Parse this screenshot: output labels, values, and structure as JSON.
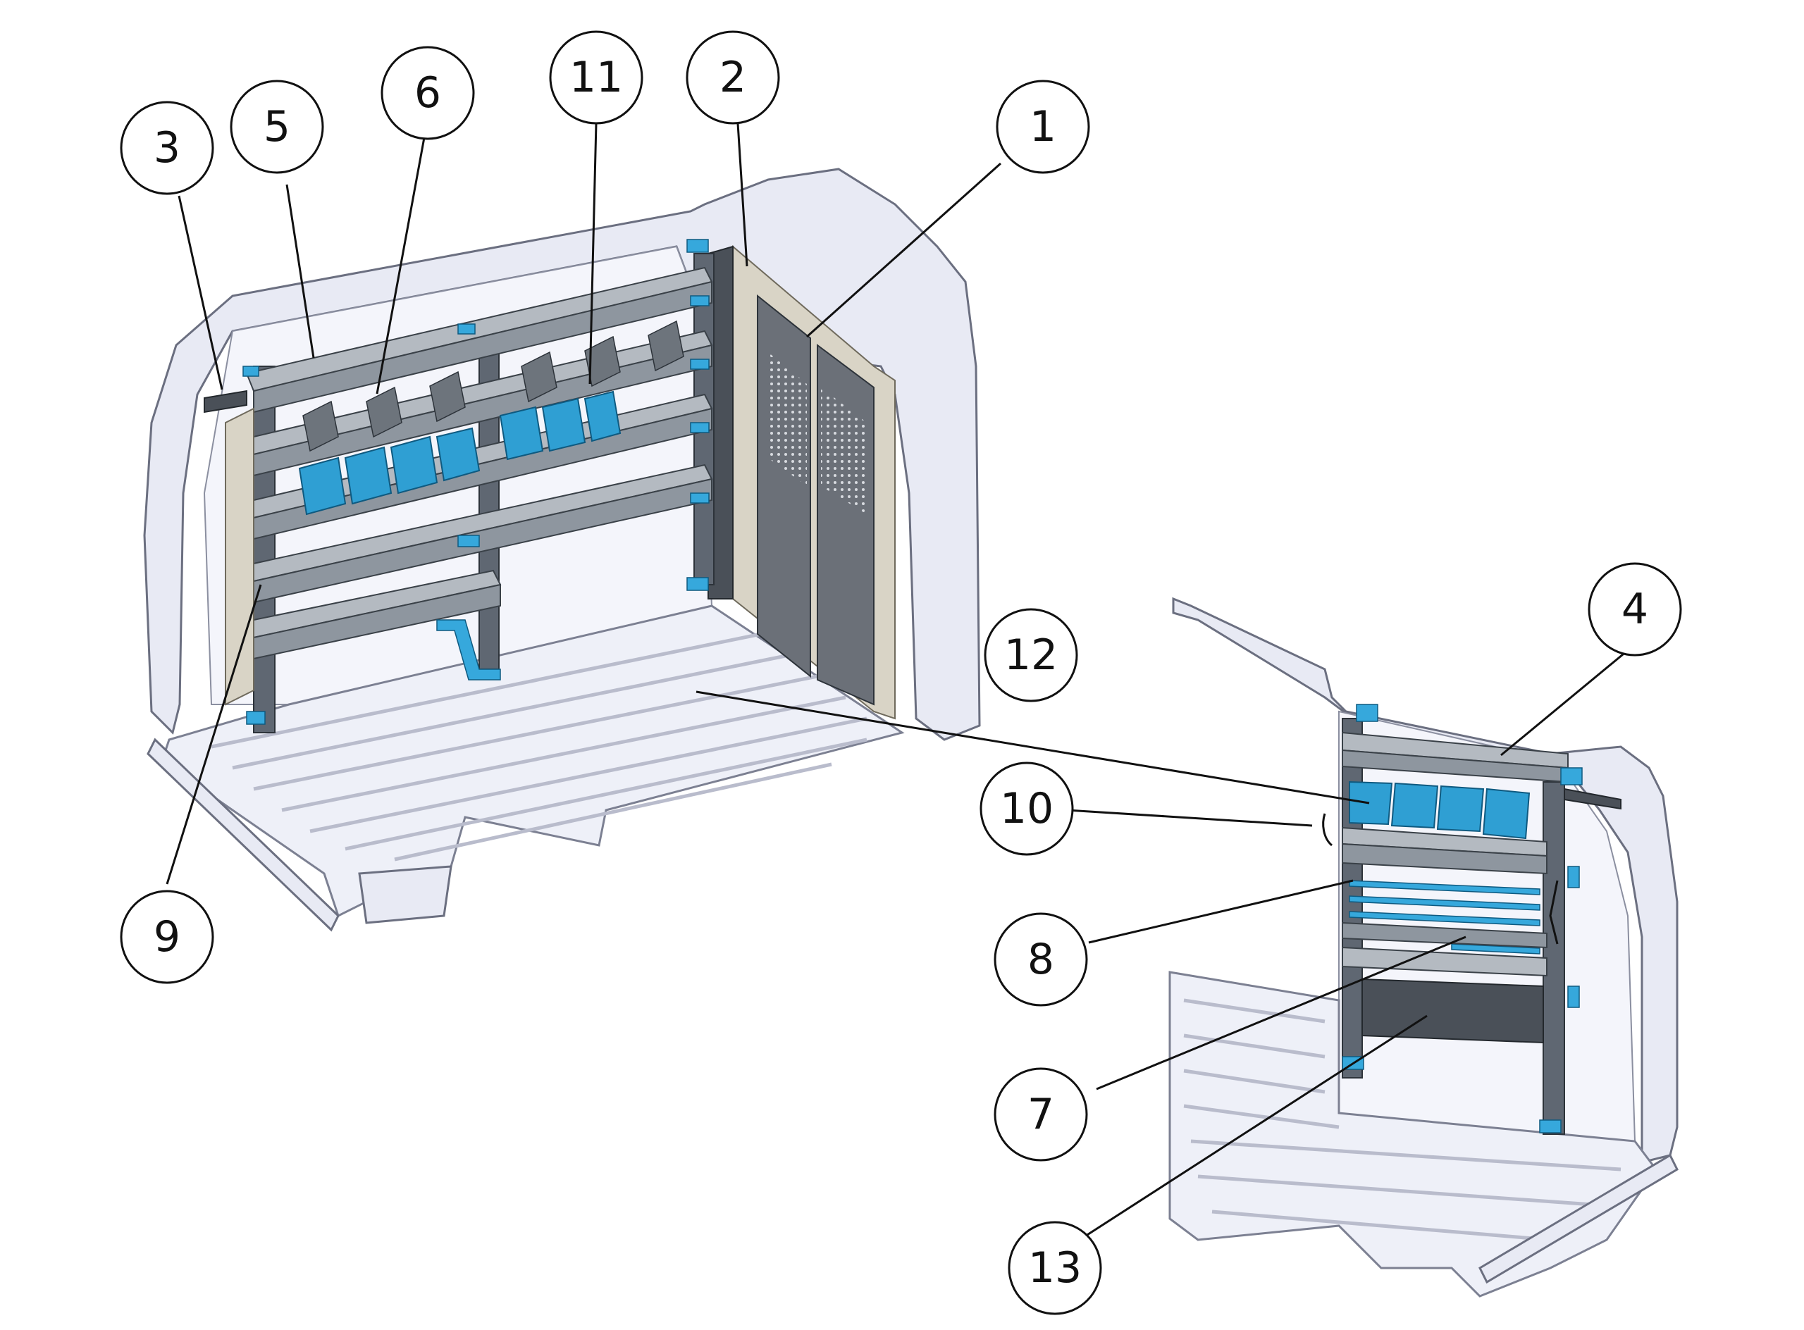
{
  "callouts": {
    "c1": "1",
    "c2": "2",
    "c3": "3",
    "c4": "4",
    "c5": "5",
    "c6": "6",
    "c7": "7",
    "c8": "8",
    "c9": "9",
    "c10": "10",
    "c11": "11",
    "c12": "12",
    "c13": "13"
  },
  "colors": {
    "bins": "#2f9fd3",
    "shelving": "#8e969f",
    "van_body": "#e8eaf4",
    "callout_line": "#111111"
  }
}
